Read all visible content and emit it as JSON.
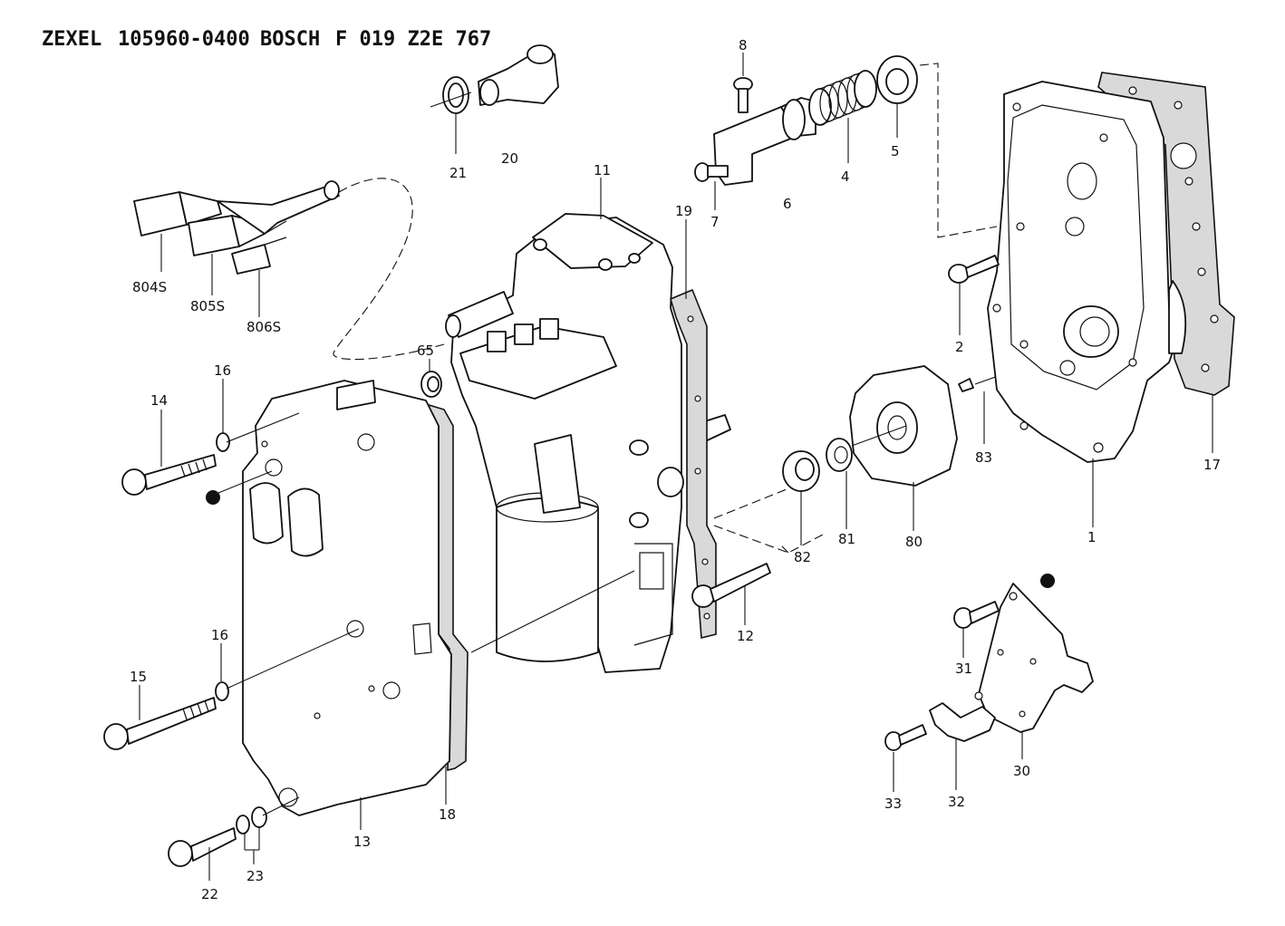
{
  "header": {
    "brand": "ZEXEL",
    "part_number": "105960-0400",
    "maker": "BOSCH",
    "maker_number": "F 019 Z2E 767"
  },
  "callouts": {
    "c1": "1",
    "c2": "2",
    "c4": "4",
    "c5": "5",
    "c6": "6",
    "c7": "7",
    "c8": "8",
    "c11": "11",
    "c12": "12",
    "c13": "13",
    "c14": "14",
    "c15": "15",
    "c16a": "16",
    "c16b": "16",
    "c17": "17",
    "c18": "18",
    "c19": "19",
    "c20": "20",
    "c21": "21",
    "c22": "22",
    "c23": "23",
    "c30": "30",
    "c31": "31",
    "c32": "32",
    "c33": "33",
    "c65": "65",
    "c80": "80",
    "c81": "81",
    "c82": "82",
    "c83": "83",
    "c804": "804S",
    "c805": "805S",
    "c806": "806S"
  },
  "colors": {
    "ink": "#111111",
    "paper": "#ffffff",
    "gasket_fill": "#d9d9d9"
  }
}
